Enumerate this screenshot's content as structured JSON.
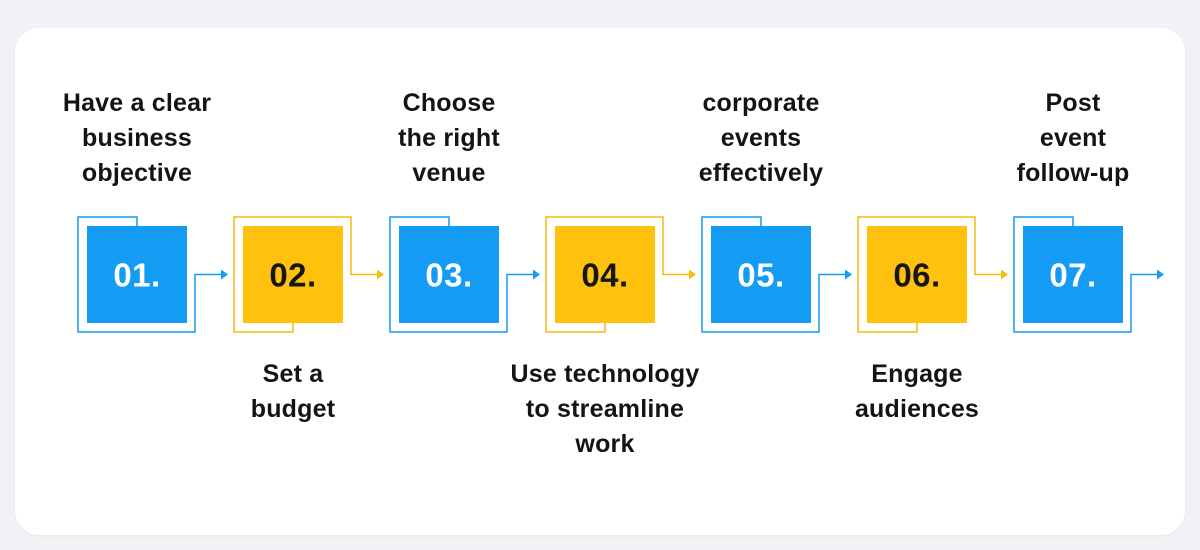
{
  "page": {
    "background_color": "#f0f2f6",
    "card_background_color": "#ffffff"
  },
  "colors": {
    "blue_fill": "#149bf3",
    "blue_stroke": "#149bf3",
    "yellow_fill": "#ffc10d",
    "yellow_stroke": "#f6ba10",
    "label_text": "#141414",
    "number_on_blue": "#ffffff",
    "number_on_yellow": "#161616"
  },
  "icons": {
    "connector_arrow": "arrow-right"
  },
  "steps": [
    {
      "number": "01.",
      "color": "blue",
      "label": "Have a clear\nbusiness\nobjective",
      "label_position": "top"
    },
    {
      "number": "02.",
      "color": "yellow",
      "label": "Set a\nbudget",
      "label_position": "bottom"
    },
    {
      "number": "03.",
      "color": "blue",
      "label": "Choose\nthe right\nvenue",
      "label_position": "top"
    },
    {
      "number": "04.",
      "color": "yellow",
      "label": "Use technology\nto streamline\nwork",
      "label_position": "bottom"
    },
    {
      "number": "05.",
      "color": "blue",
      "label": "corporate\nevents\neffectively",
      "label_position": "top"
    },
    {
      "number": "06.",
      "color": "yellow",
      "label": "Engage\naudiences",
      "label_position": "bottom"
    },
    {
      "number": "07.",
      "color": "blue",
      "label": "Post\nevent\nfollow-up",
      "label_position": "top"
    }
  ],
  "layout_hints": {
    "step_count": 7,
    "flow_direction": "left-to-right"
  }
}
